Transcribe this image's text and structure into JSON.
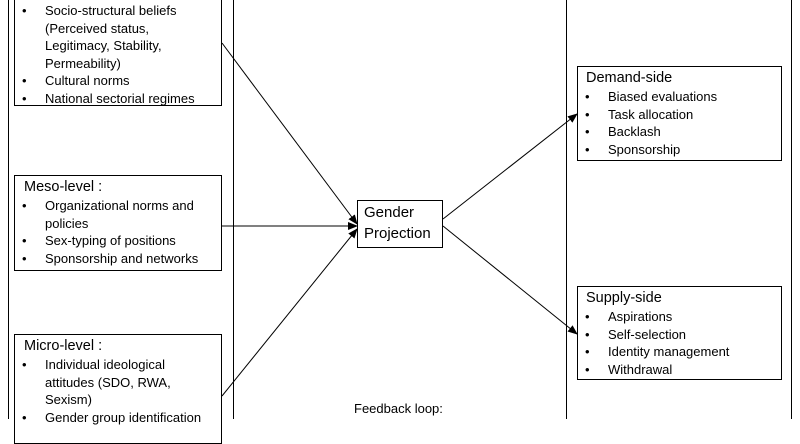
{
  "macro": {
    "items": [
      "Socio-structural beliefs (Perceived status, Legitimacy, Stability, Permeability)",
      "Cultural norms",
      "National sectorial regimes"
    ]
  },
  "meso": {
    "title": "Meso-level :",
    "items": [
      "Organizational norms and policies",
      "Sex-typing of positions",
      "Sponsorship and networks"
    ]
  },
  "micro": {
    "title": "Micro-level :",
    "items": [
      "Individual ideological attitudes (SDO, RWA, Sexism)",
      "Gender group identification"
    ]
  },
  "center": {
    "line1": "Gender",
    "line2": "Projection"
  },
  "demand": {
    "title": "Demand-side",
    "items": [
      "Biased evaluations",
      "Task allocation",
      "Backlash",
      "Sponsorship"
    ]
  },
  "supply": {
    "title": "Supply-side",
    "items": [
      "Aspirations",
      "Self-selection",
      "Identity management",
      "Withdrawal"
    ]
  },
  "feedback": {
    "label": "Feedback loop:"
  }
}
